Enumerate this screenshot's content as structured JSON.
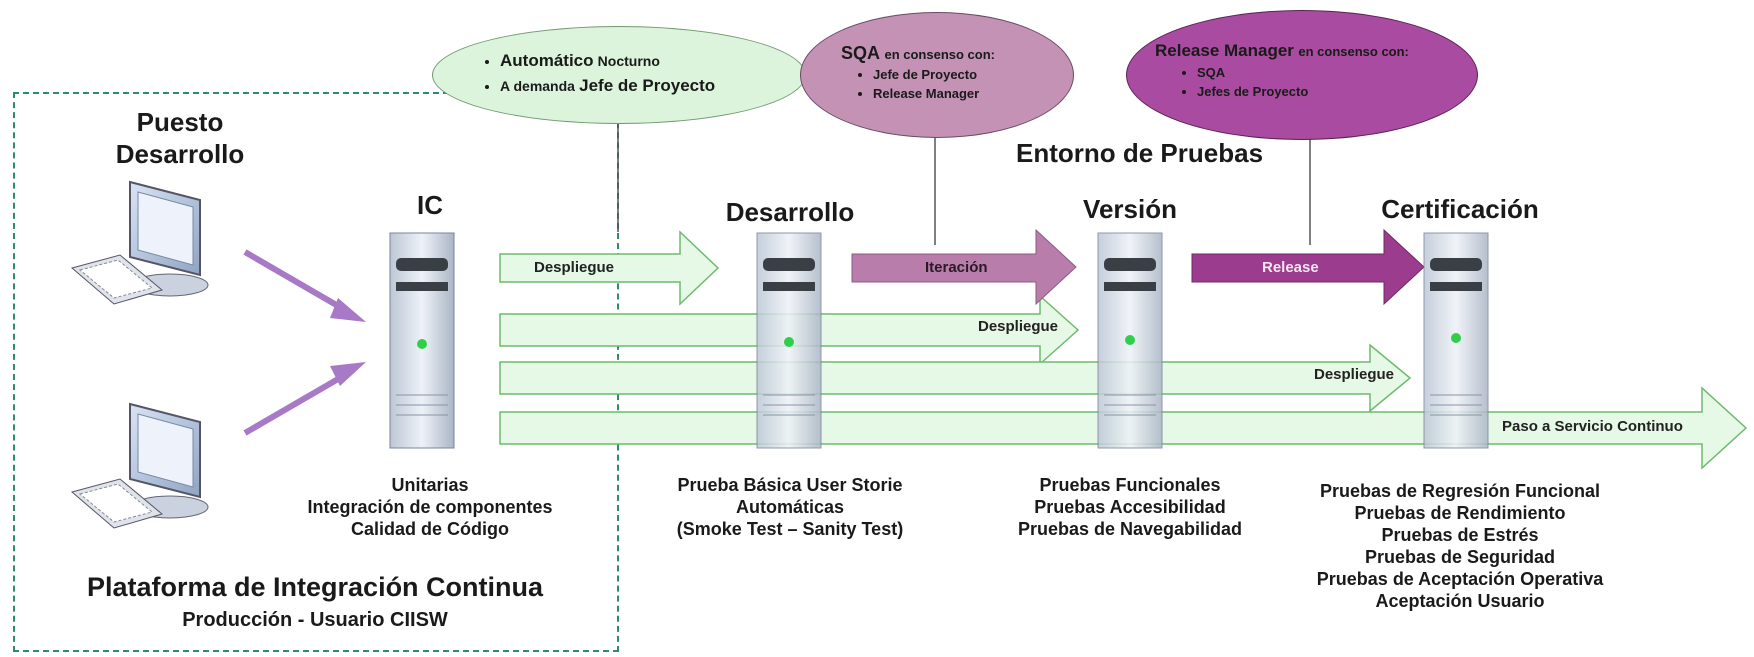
{
  "ic_notes": {
    "item1_a": "Automático",
    "item1_b": "Nocturno",
    "item2_a": "A demanda",
    "item2_b": "Jefe de Proyecto"
  },
  "sqa_note": {
    "head_a": "SQA",
    "head_b": "en  consenso con:",
    "items": [
      "Jefe de Proyecto",
      "Release Manager"
    ]
  },
  "rm_note": {
    "head_a": "Release Manager",
    "head_b": "en  consenso con:",
    "items": [
      "SQA",
      "Jefes de Proyecto"
    ]
  },
  "labels": {
    "puesto": "Puesto",
    "desarrollo_ws": "Desarrollo",
    "ic": "IC",
    "desarrollo": "Desarrollo",
    "entorno": "Entorno de Pruebas",
    "version": "Versión",
    "certificacion": "Certificación"
  },
  "arrows": {
    "despliegue1": "Despliegue",
    "iteracion": "Iteración",
    "release": "Release",
    "despliegue2": "Despliegue",
    "despliegue3": "Despliegue",
    "paso": "Paso a Servicio Continuo"
  },
  "captions": {
    "ic": [
      "Unitarias",
      "Integración de componentes",
      "Calidad de Código"
    ],
    "desarrollo": [
      "Prueba Básica User Storie",
      "Automáticas",
      "(Smoke Test – Sanity Test)"
    ],
    "version": [
      "Pruebas Funcionales",
      "Pruebas Accesibilidad",
      "Pruebas de Navegabilidad"
    ],
    "certificacion": [
      "Pruebas de Regresión Funcional",
      "Pruebas de Rendimiento",
      "Pruebas de Estrés",
      "Pruebas de Seguridad",
      "Pruebas de Aceptación Operativa",
      "Aceptación Usuario"
    ]
  },
  "platform": {
    "title": "Plataforma de Integración Continua",
    "subtitle": "Producción - Usuario CIISW"
  },
  "colors": {
    "green_fill": "#e6f8e6",
    "green_stroke": "#6dbb6d",
    "purple_arrow": "#b87daa",
    "magenta_arrow": "#9b3c8e",
    "sqa_ellipse": "#c392b4",
    "rm_ellipse": "#a94ba0",
    "ic_ellipse": "#dcf3dc",
    "frame": "#2e8b6b"
  }
}
